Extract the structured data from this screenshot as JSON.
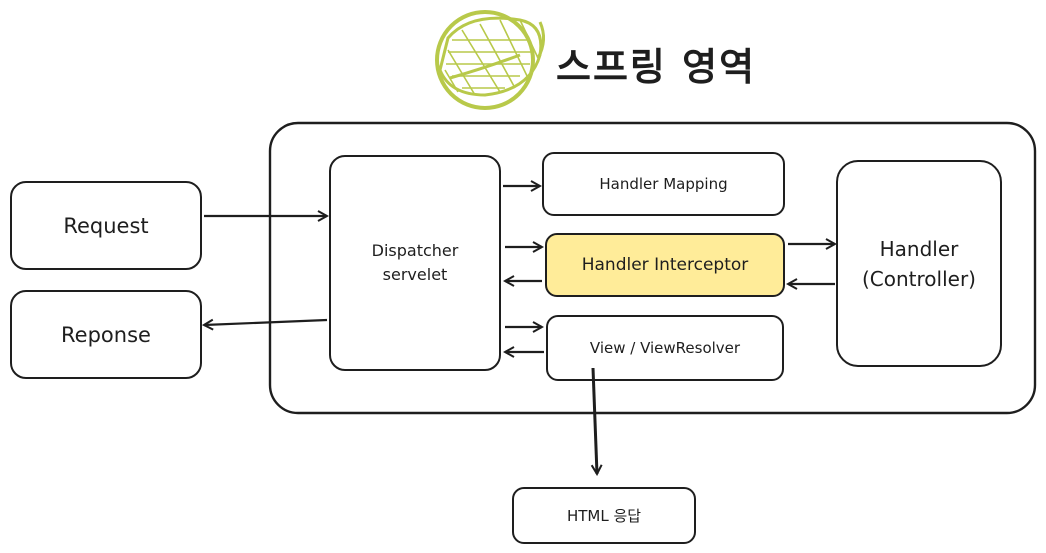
{
  "title": "스프링 영역",
  "boxes": {
    "request": "Request",
    "response": "Reponse",
    "dispatcher_line1": "Dispatcher",
    "dispatcher_line2": "servelet",
    "handler_mapping": "Handler Mapping",
    "handler_interceptor": "Handler Interceptor",
    "view_resolver": "View / ViewResolver",
    "handler_line1": "Handler",
    "handler_line2": "(Controller)",
    "html_response": "HTML 응답"
  },
  "colors": {
    "stroke": "#1e1e1e",
    "interceptor_fill": "#ffec99",
    "logo_green": "#b8c94a"
  },
  "icons": {
    "logo": "spring-leaf-icon"
  }
}
